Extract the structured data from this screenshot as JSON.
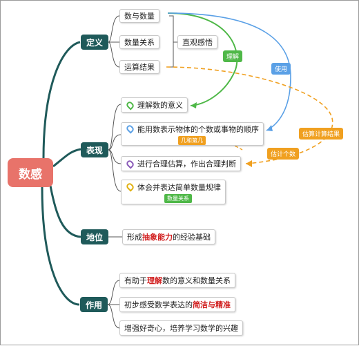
{
  "root": "数感",
  "categories": {
    "def": "定义",
    "perf": "表现",
    "status": "地位",
    "use": "作用"
  },
  "def_items": [
    "数与数量",
    "数量关系",
    "运算结果"
  ],
  "def_summary": "直观感悟",
  "perf_items": [
    "理解数的意义",
    "能用数表示物体的个数或事物的顺序",
    "进行合理估算，作出合理判断",
    "体会并表达简单数量规律"
  ],
  "perf_tags": [
    "几和第几",
    "数量关系"
  ],
  "status_text": {
    "pre": "形成",
    "highlight": "抽象能力",
    "post": "的经验基础"
  },
  "use_items": [
    {
      "pre": "有助于",
      "highlight": "理解",
      "post": "数的意义和数量关系"
    },
    {
      "pre": "初步感受数学表达的",
      "highlight": "简洁与精准",
      "post": ""
    },
    {
      "pre": "增强好奇心，培养学习数学的兴趣",
      "highlight": "",
      "post": ""
    }
  ],
  "connectors": {
    "understand": "理解",
    "use": "使用",
    "estimate_result": "估算计算结果",
    "estimate_count": "估计个数"
  },
  "colors": {
    "root": "#e8736a",
    "category": "#1f5a5a",
    "green": "#4fb848",
    "blue": "#5aa0e6",
    "orange": "#f0a020",
    "highlight": "#d12020"
  }
}
